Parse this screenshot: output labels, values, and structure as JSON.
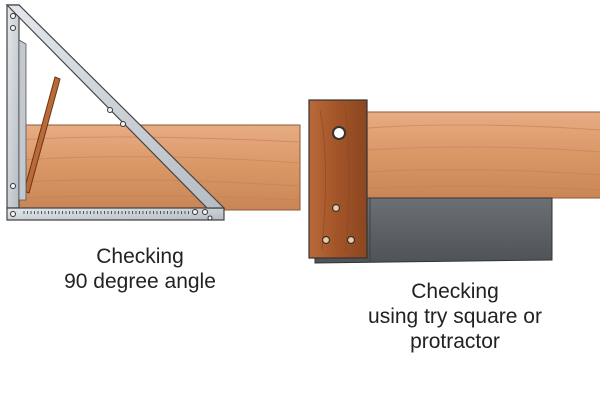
{
  "captions": {
    "left": {
      "line1": "Checking",
      "line2": "90 degree angle"
    },
    "right": {
      "line1": "Checking",
      "line2": "using try square or",
      "line3": "protractor"
    }
  },
  "colors": {
    "wood_light": "#e0a077",
    "wood_mid": "#d18c60",
    "wood_dark": "#b9734b",
    "handle_wood": "#a8582a",
    "handle_dark": "#6e3413",
    "steel": "#5f6367",
    "steel_dark": "#3e4246",
    "aluminium": "#cfd4d9",
    "aluminium_dark": "#8f969c",
    "outline": "#333333"
  }
}
